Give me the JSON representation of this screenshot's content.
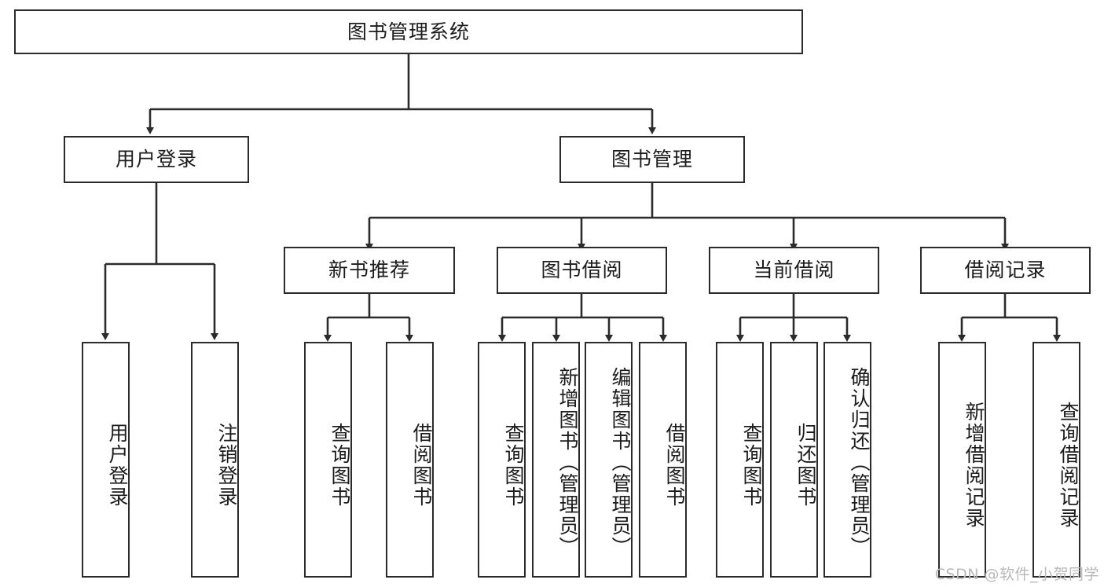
{
  "diagram": {
    "title": "图书管理系统",
    "type": "tree-hierarchy-chart",
    "watermark": "CSDN @软件_小贺同学",
    "colors": {
      "border": "#2b2b2b",
      "background": "#ffffff",
      "text": "#1b1b1b",
      "edge": "#2b2b2b",
      "watermark": "#b9b9b9"
    },
    "root": {
      "id": "root",
      "label": "图书管理系统"
    },
    "level2": [
      {
        "id": "user-login",
        "label": "用户登录"
      },
      {
        "id": "book-management",
        "label": "图书管理"
      }
    ],
    "level3": [
      {
        "id": "new-book-recommend",
        "label": "新书推荐",
        "parent": "book-management"
      },
      {
        "id": "book-borrow",
        "label": "图书借阅",
        "parent": "book-management"
      },
      {
        "id": "current-borrow",
        "label": "当前借阅",
        "parent": "book-management"
      },
      {
        "id": "borrow-record",
        "label": "借阅记录",
        "parent": "book-management"
      }
    ],
    "leaves": {
      "user-login": [
        {
          "id": "leaf-user-login",
          "label": "用户登录"
        },
        {
          "id": "leaf-logout",
          "label": "注销登录"
        }
      ],
      "new-book-recommend": [
        {
          "id": "leaf-query-book-1",
          "label": "查询图书"
        },
        {
          "id": "leaf-borrow-book-1",
          "label": "借阅图书"
        }
      ],
      "book-borrow": [
        {
          "id": "leaf-query-book-2",
          "label": "查询图书"
        },
        {
          "id": "leaf-add-book",
          "label": "新增图书（管理员）"
        },
        {
          "id": "leaf-edit-book",
          "label": "编辑图书（管理员）"
        },
        {
          "id": "leaf-borrow-book-2",
          "label": "借阅图书"
        }
      ],
      "current-borrow": [
        {
          "id": "leaf-query-book-3",
          "label": "查询图书"
        },
        {
          "id": "leaf-return-book",
          "label": "归还图书"
        },
        {
          "id": "leaf-confirm-return",
          "label": "确认归还（管理员）"
        }
      ],
      "borrow-record": [
        {
          "id": "leaf-add-record",
          "label": "新增借阅记录"
        },
        {
          "id": "leaf-query-record",
          "label": "查询借阅记录"
        }
      ]
    }
  }
}
